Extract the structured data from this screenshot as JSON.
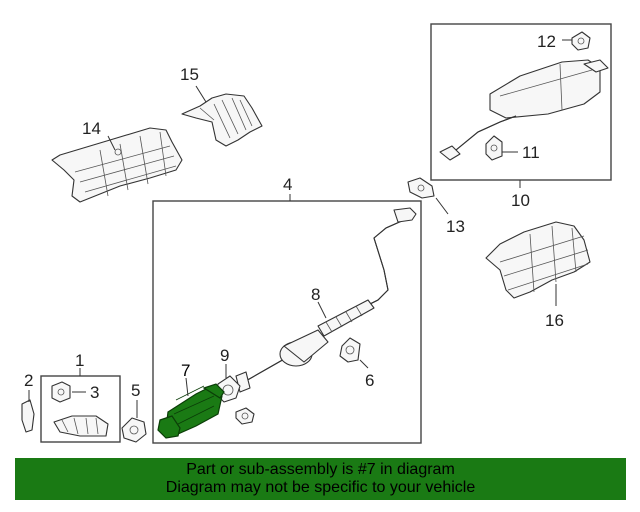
{
  "diagram": {
    "callouts": {
      "c1": "1",
      "c2": "2",
      "c3": "3",
      "c4": "4",
      "c5": "5",
      "c6": "6",
      "c7": "7",
      "c8": "8",
      "c9": "9",
      "c10": "10",
      "c11": "11",
      "c12": "12",
      "c13": "13",
      "c14": "14",
      "c15": "15",
      "c16": "16"
    },
    "highlight_color": "#1a7a14",
    "highlighted_part": "7"
  },
  "banner": {
    "line1": "Part or sub-assembly is #7 in diagram",
    "line2": "Diagram may not be specific to your vehicle",
    "color": "#1a7a14"
  }
}
